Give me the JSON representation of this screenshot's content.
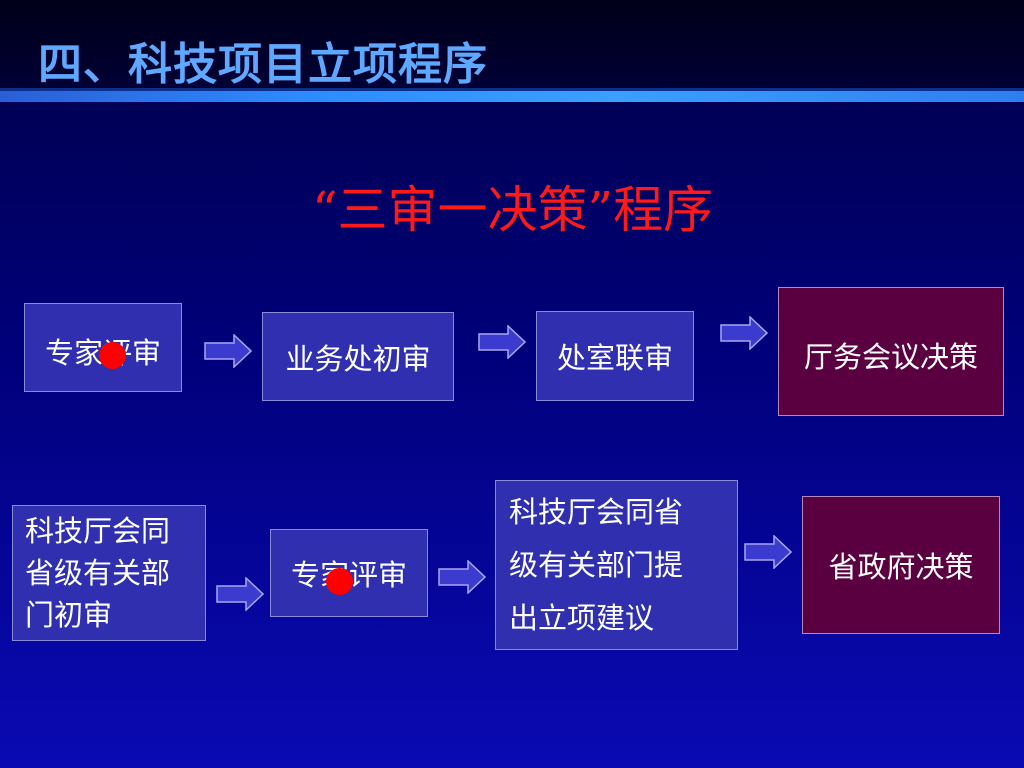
{
  "title": "四、科技项目立项程序",
  "subtitle": "“三审一决策”程序",
  "row1": {
    "steps": [
      "专家评审",
      "业务处初审",
      "处室联审"
    ],
    "decision": "厅务会议决策"
  },
  "row2": {
    "step1": [
      "科技厅会同",
      "省级有关部",
      "门初审"
    ],
    "step2": "专家评审",
    "step3": [
      "科技厅会同省",
      "级有关部门提",
      "出立项建议"
    ],
    "decision": "省政府决策"
  },
  "colors": {
    "title": "#5fa8ff",
    "subtitle": "#ff1a1a",
    "box_fill": "#2f2faf",
    "decision_fill": "#5a0040",
    "arrow_fill": "#3b3bd0",
    "marker": "#ff0000"
  },
  "icons": [
    "right-arrow-icon",
    "red-dot-marker"
  ]
}
